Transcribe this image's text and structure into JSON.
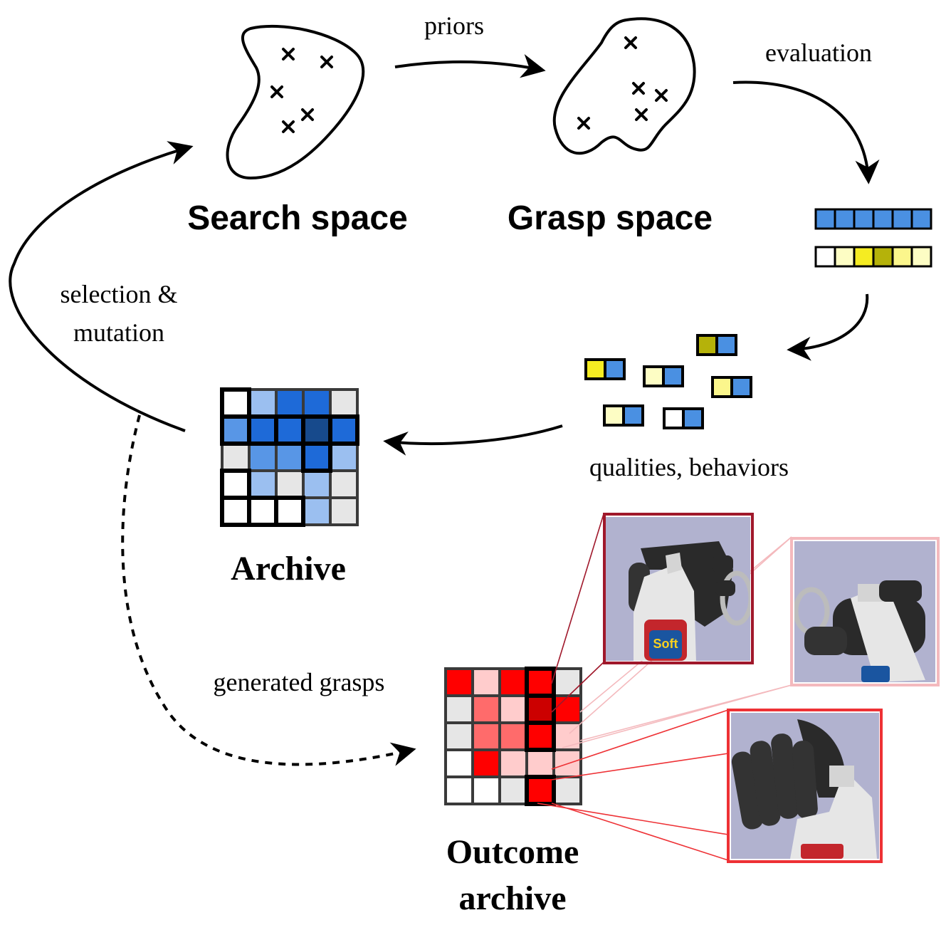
{
  "labels": {
    "priors": "priors",
    "evaluation": "evaluation",
    "search_space": "Search space",
    "grasp_space": "Grasp space",
    "selection_line1": "selection &",
    "selection_line2": "mutation",
    "qualities_behaviors": "qualities, behaviors",
    "archive": "Archive",
    "generated_grasps": "generated grasps",
    "outcome_line1": "Outcome",
    "outcome_line2": "archive"
  },
  "colors": {
    "stroke": "#000000",
    "blue_light": "#9bbff0",
    "blue_mid": "#5896e6",
    "blue": "#1e6ad8",
    "blue_dark": "#174a8c",
    "blue_cell": "#4a90e2",
    "yellow_pale": "#fdfdc4",
    "yellow_light": "#fbf68c",
    "yellow": "#f5ec22",
    "yellow_dark": "#b5b20a",
    "gray_cell": "#e6e6e6",
    "red_light": "#ffcccc",
    "red_mid": "#ff6b6b",
    "red": "#ff0000",
    "red_dark": "#cc0000",
    "frame_dark_red": "#a0182b",
    "frame_pink": "#f4b9bd",
    "frame_red": "#ee3135",
    "scene_bg": "#b1b2cf"
  },
  "icons": {
    "search_points": "cross-marker",
    "grasp_points": "cross-marker",
    "thumbnails": "robot-hand-grasping-bottle"
  },
  "evaluation_bars": {
    "behaviors": [
      "blue",
      "blue",
      "blue",
      "blue",
      "blue",
      "blue"
    ],
    "qualities": [
      "white",
      "yellow_pale",
      "yellow",
      "yellow_dark",
      "yellow_light",
      "yellow_pale"
    ]
  },
  "pairs": [
    {
      "quality": "yellow_dark"
    },
    {
      "quality": "yellow"
    },
    {
      "quality": "yellow_pale"
    },
    {
      "quality": "yellow_light"
    },
    {
      "quality": "yellow_pale"
    },
    {
      "quality": "white"
    }
  ],
  "archive_grid": [
    [
      "white",
      "blue_light",
      "blue",
      "blue",
      "gray_cell"
    ],
    [
      "blue_mid",
      "blue",
      "blue",
      "blue_dark",
      "blue"
    ],
    [
      "gray_cell",
      "blue_mid",
      "blue_mid",
      "blue",
      "blue_light"
    ],
    [
      "white",
      "blue_light",
      "gray_cell",
      "blue_light",
      "gray_cell"
    ],
    [
      "white",
      "white",
      "white",
      "blue_light",
      "gray_cell"
    ]
  ],
  "outcome_grid": [
    [
      "red",
      "red_light",
      "red",
      "red",
      "gray_cell"
    ],
    [
      "gray_cell",
      "red_mid",
      "red_light",
      "red_dark",
      "red"
    ],
    [
      "gray_cell",
      "red_mid",
      "red_mid",
      "red",
      "red_light"
    ],
    [
      "white",
      "red",
      "red_light",
      "red_light",
      "red_light"
    ],
    [
      "white",
      "white",
      "gray_cell",
      "red",
      "gray_cell"
    ]
  ],
  "thumbnail_frames": [
    "frame_dark_red",
    "frame_pink",
    "frame_red"
  ],
  "thumbnail_text": [
    "Soft"
  ]
}
